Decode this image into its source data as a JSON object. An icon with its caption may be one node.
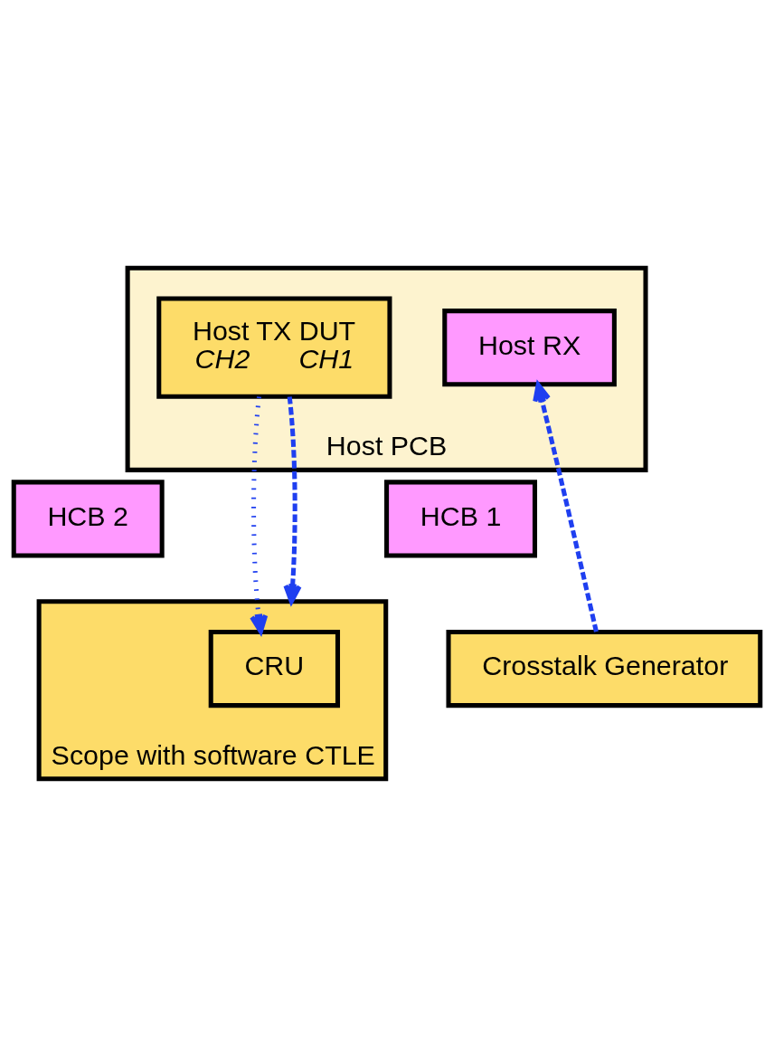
{
  "diagram": {
    "nodes": [
      {
        "text": [
          "Host PCB"
        ]
      },
      {
        "text": [
          "Host TX DUT",
          "CH2",
          "CH1"
        ],
        "in": 0
      },
      {
        "text": [
          "Host RX"
        ],
        "in": 0
      },
      {
        "text": [
          "HCB 2"
        ]
      },
      {
        "text": [
          "HCB 1"
        ]
      },
      {
        "text": [
          "Scope with software CTLE"
        ]
      },
      {
        "text": [
          "CRU"
        ],
        "in": 5
      },
      {
        "text": [
          "Crosstalk Generator"
        ]
      }
    ],
    "edges": [
      {
        "from": 1,
        "to": 6,
        "arrow": "to"
      },
      {
        "from": 1,
        "to": 5,
        "arrow": "to",
        "style": "dashed"
      },
      {
        "from": 7,
        "to": 2,
        "arrow": "to",
        "style": "dashed"
      }
    ]
  }
}
